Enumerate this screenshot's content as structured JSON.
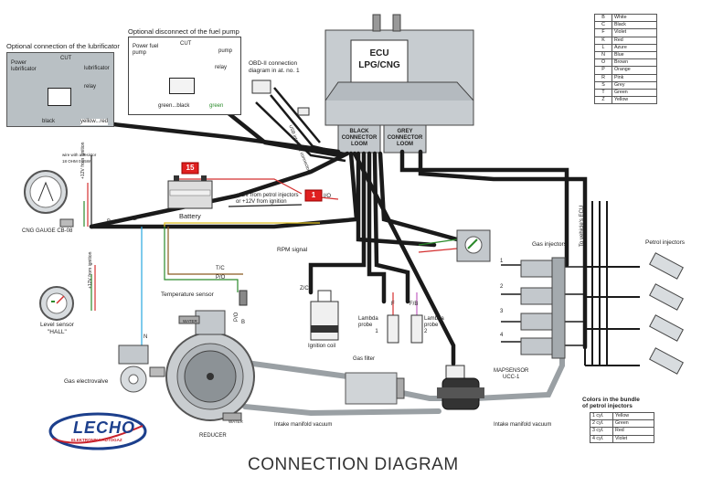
{
  "title": "CONNECTION DIAGRAM",
  "ecu": {
    "label_line1": "ECU",
    "label_line2": "LPG/CNG",
    "black_loom": [
      "BLACK",
      "CONNECTOR",
      "LOOM"
    ],
    "grey_loom": [
      "GREY",
      "CONNECTOR",
      "LOOM"
    ],
    "usb_label": "USB interface connector"
  },
  "panels": {
    "lubricator": {
      "caption": "Optional connection of the lubrificator",
      "power": "Power lubrificator",
      "cut": "CUT",
      "lubricator": "lubrificator",
      "relay": "relay",
      "black": "black",
      "yellow_red": "yellow...red"
    },
    "fuel_pump": {
      "caption": "Optional disconnect of the fuel pump",
      "power": "Power fuel pump",
      "cut": "CUT",
      "pump": "pump",
      "relay": "relay",
      "green_black": "green...black",
      "green": "green"
    }
  },
  "obd": {
    "caption_line1": "OBD-II connection",
    "caption_line2": "diagram in at. no. 1"
  },
  "battery": {
    "label": "Battery",
    "fuse": "15"
  },
  "ign_fuse": {
    "value": "1",
    "io": "I/O"
  },
  "plus12": {
    "line1": "+12V from petrol injectors",
    "line2": "or +12V from ignition"
  },
  "gauge": {
    "label": "CNG GAUGE CB-08",
    "wire_note_line1": "wire with a resistor",
    "wire_note_line2": "18 OHM 0,25W",
    "from_ignition": "+12V from ignition",
    "b": "B",
    "z": "Z"
  },
  "level_sensor": {
    "line1": "Level sensor",
    "line2": "\"HALL\"",
    "from_ignition": "+12V from ignition"
  },
  "electrovalve": {
    "label": "Gas electrovalve",
    "n": "N"
  },
  "temp_sensor": {
    "label": "Temperature sensor"
  },
  "reducer": {
    "label": "REDUCER",
    "water_in": "WATER",
    "water_out": "WATER",
    "tc": "T/C",
    "po": "P/O",
    "po2": "P/O",
    "b": "B"
  },
  "rpm": {
    "label": "RPM signal",
    "zc": "Z/C",
    "coil": "Ignition coil"
  },
  "lambda": [
    {
      "code": "F",
      "line1": "Lambda",
      "line2": "probe",
      "num": "1"
    },
    {
      "code": "F/B",
      "line1": "Lambda",
      "line2": "probe",
      "num": "2"
    }
  ],
  "gas_filter": {
    "label": "Gas filter"
  },
  "mapsensor": {
    "line1": "MAPSENSOR",
    "line2": "UCC-1"
  },
  "intake": {
    "left": "Intake manifold vacuum",
    "right": "Intake manifold vacuum"
  },
  "gas_injectors": {
    "label": "Gas injectors",
    "numbers": [
      "1",
      "2",
      "3",
      "4"
    ]
  },
  "petrol_injectors": {
    "label": "Petrol injectors"
  },
  "to_ecu": "To vehicle's ECU",
  "color_codes": [
    [
      "B",
      "White"
    ],
    [
      "C",
      "Black"
    ],
    [
      "F",
      "Violet"
    ],
    [
      "K",
      "Red"
    ],
    [
      "L",
      "Azure"
    ],
    [
      "N",
      "Blue"
    ],
    [
      "O",
      "Brown"
    ],
    [
      "P",
      "Orange"
    ],
    [
      "R",
      "Pink"
    ],
    [
      "S",
      "Grey"
    ],
    [
      "T",
      "Green"
    ],
    [
      "Z",
      "Yellow"
    ]
  ],
  "bundle": {
    "title_line1": "Colors in the bundle",
    "title_line2": "of petrol injectors",
    "rows": [
      [
        "1 cyl.",
        "Yellow"
      ],
      [
        "2 cyl.",
        "Green"
      ],
      [
        "3 cyl.",
        "Red"
      ],
      [
        "4 cyl.",
        "Violet"
      ]
    ]
  },
  "logo": {
    "name": "LECHO",
    "tagline": "ELEKTRONIKA AUTOGAZ"
  },
  "colors": {
    "wire": "#1a1a1a",
    "panel": "#b9c0c4",
    "fuse": "#e02020",
    "logo": "#1c3f8c",
    "logo_accent": "#c8202a"
  }
}
